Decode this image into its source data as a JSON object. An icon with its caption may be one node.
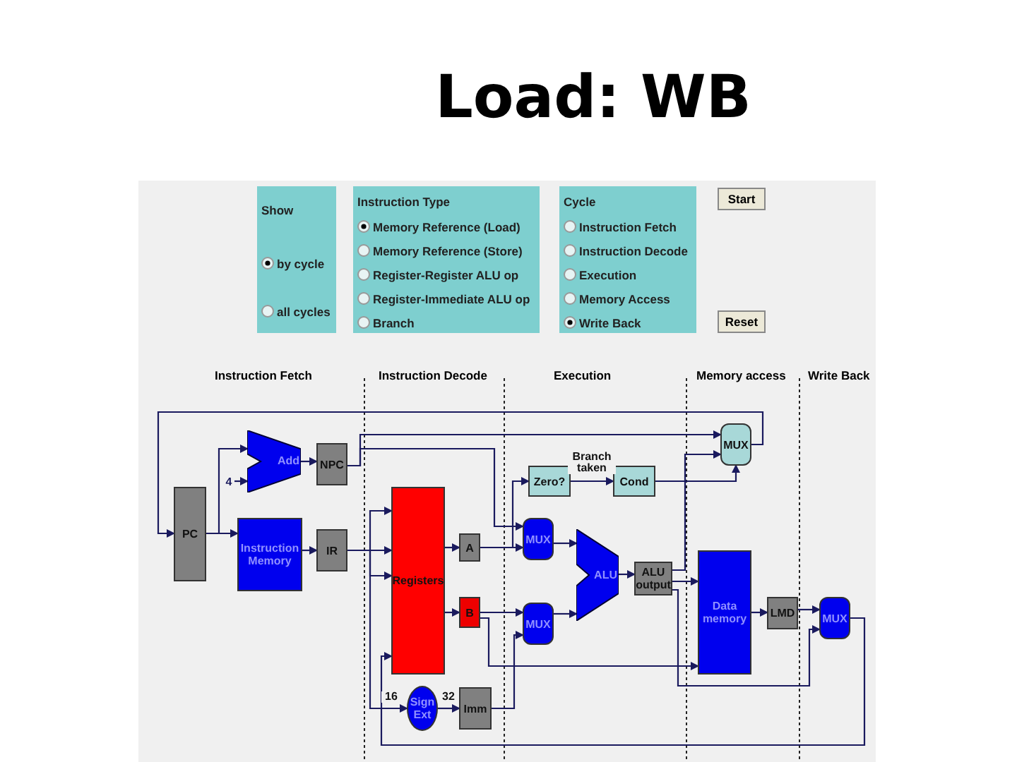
{
  "diagram": {
    "title": "Load: WB",
    "nodes": [
      {
        "text": [
          "Show",
          "by cycle",
          "all cycles"
        ]
      },
      {
        "text": [
          "Instruction Type",
          "Memory Reference (Load)",
          "Memory Reference (Store)",
          "Register-Register ALU op",
          "Register-Immediate ALU op",
          "Branch"
        ]
      },
      {
        "text": [
          "Cycle",
          "Instruction Fetch",
          "Instruction Decode",
          "Execution",
          "Memory Access",
          "Write Back"
        ]
      },
      {
        "text": [
          "Start"
        ]
      },
      {
        "text": [
          "Reset"
        ]
      },
      {
        "text": [
          "4"
        ]
      },
      {
        "text": [
          "PC"
        ]
      },
      {
        "text": [
          "Add"
        ]
      },
      {
        "text": [
          "NPC"
        ]
      },
      {
        "text": [
          "Instruction Memory"
        ]
      },
      {
        "text": [
          "IR"
        ]
      },
      {
        "text": [
          "Registers"
        ]
      },
      {
        "text": [
          "A"
        ]
      },
      {
        "text": [
          "B"
        ]
      },
      {
        "text": [
          "Sign Ext"
        ]
      },
      {
        "text": [
          "Imm"
        ]
      },
      {
        "text": [
          "Zero?"
        ]
      },
      {
        "text": [
          "Cond"
        ]
      },
      {
        "text": [
          "MUX"
        ]
      },
      {
        "text": [
          "MUX"
        ]
      },
      {
        "text": [
          "MUX"
        ]
      },
      {
        "text": [
          "ALU"
        ]
      },
      {
        "text": [
          "ALU output"
        ]
      },
      {
        "text": [
          "Data memory"
        ]
      },
      {
        "text": [
          "LMD"
        ]
      },
      {
        "text": [
          "MUX"
        ]
      }
    ],
    "edges": [
      {
        "from": 18,
        "to": 6,
        "arrow": "to"
      },
      {
        "from": 6,
        "to": 7,
        "arrow": "to"
      },
      {
        "from": 6,
        "to": 9,
        "arrow": "to"
      },
      {
        "from": 5,
        "to": 7,
        "arrow": "to"
      },
      {
        "from": 7,
        "to": 8,
        "arrow": "to"
      },
      {
        "from": 9,
        "to": 10,
        "arrow": "to"
      },
      {
        "from": 8,
        "to": 18,
        "arrow": "to"
      },
      {
        "from": 8,
        "to": 19,
        "arrow": "to"
      },
      {
        "from": 10,
        "to": 11,
        "arrow": "to"
      },
      {
        "from": 10,
        "to": 11,
        "arrow": "to"
      },
      {
        "from": 10,
        "to": 11,
        "arrow": "to"
      },
      {
        "from": 10,
        "to": 14,
        "arrow": "to",
        "label": "16"
      },
      {
        "from": 14,
        "to": 15,
        "arrow": "to",
        "label": "32"
      },
      {
        "from": 11,
        "to": 12,
        "arrow": "to"
      },
      {
        "from": 11,
        "to": 13,
        "arrow": "to"
      },
      {
        "from": 12,
        "to": 16,
        "arrow": "to"
      },
      {
        "from": 12,
        "to": 19,
        "arrow": "to"
      },
      {
        "from": 13,
        "to": 20,
        "arrow": "to"
      },
      {
        "from": 13,
        "to": 23,
        "arrow": "to"
      },
      {
        "from": 15,
        "to": 20,
        "arrow": "to"
      },
      {
        "from": 19,
        "to": 21,
        "arrow": "to"
      },
      {
        "from": 20,
        "to": 21,
        "arrow": "to"
      },
      {
        "from": 16,
        "to": 17,
        "arrow": "to",
        "label": "Branch taken"
      },
      {
        "from": 17,
        "to": 18,
        "arrow": "to"
      },
      {
        "from": 21,
        "to": 22,
        "arrow": "to"
      },
      {
        "from": 22,
        "to": 18,
        "arrow": "to"
      },
      {
        "from": 22,
        "to": 23,
        "arrow": "to"
      },
      {
        "from": 22,
        "to": 25,
        "arrow": "to"
      },
      {
        "from": 23,
        "to": 24,
        "arrow": "to"
      },
      {
        "from": 24,
        "to": 25,
        "arrow": "to"
      },
      {
        "from": 25,
        "to": 11,
        "arrow": "to"
      }
    ],
    "labels": [
      "Instruction Fetch",
      "Instruction Decode",
      "Execution",
      "Memory access",
      "Write Back"
    ]
  }
}
